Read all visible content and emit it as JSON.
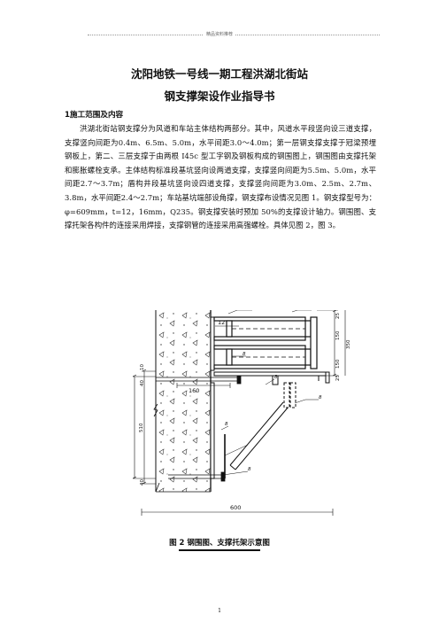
{
  "header": {
    "text": "精品资料推荐"
  },
  "document": {
    "title_line1": "沈阳地铁一号线一期工程洪湖北街站",
    "title_line2": "钢支撑架设作业指导书",
    "section_heading": "1施工范围及内容",
    "paragraph": "洪湖北街站钢支撑分为风道和车站主体结构两部分。其中，风道水平段竖向设三道支撑，支撑竖向间距为0.4m、6.5m、5.0m，水平间距3.0～4.0m；第一层钢支撑支撑于冠梁预埋钢板上，第二、三层支撑于由两根 I45c 型工字钢及钢板构成的钢围图上，钢围图由支撑托架和膨胀螺栓支承。主体结构标准段基坑竖向设两道支撑，支撑竖向间距为5.5m、5.0m，水平间距2.7～3.7m；盾构井段基坑竖向设四道支撑，支撑竖向间距为3.0m、2.5m、2.7m、3.8m，水平间距2.4～2.7m；车站基坑端部设角撑，钢支撑布设情况见图 1。钢支撑型号为：φ=609mm，t=12，16mm，Q235。钢支撑安装时预加 50%的支撑设计轴力。钢围图、支撑托架各构件的连接采用焊接，支撑钢管的连接采用高强螺栓。具体见图 2，图 3。"
  },
  "figure": {
    "caption": "图 2 钢围图、支撑托架示意图",
    "dims": {
      "plate_top_left": "12",
      "plate_top_right": "12",
      "plate_side": "12",
      "right_25_top": "25",
      "right_150_top": "150",
      "right_350": "350",
      "right_150_bottom": "150",
      "right_25_bottom": "25",
      "left_10": "10",
      "left_40_top": "40",
      "left_510": "510",
      "left_600": "600",
      "left_40_bottom": "40",
      "bracket_160": "160",
      "bottom_600": "600",
      "weld_1": "8",
      "weld_2": "8",
      "weld_3": "8",
      "weld_4": "8",
      "weld_5": "8"
    }
  },
  "page": {
    "number": "1"
  }
}
